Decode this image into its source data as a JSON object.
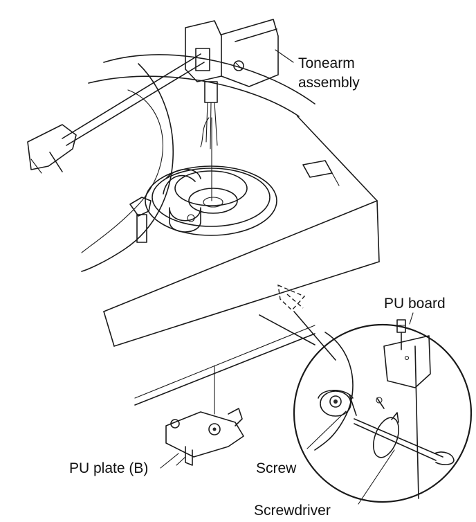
{
  "labels": {
    "tonearm_line1": "Tonearm",
    "tonearm_line2": "assembly",
    "pu_board": "PU board",
    "pu_plate": "PU plate (B)",
    "screw": "Screw",
    "screwdriver": "Screwdriver"
  }
}
